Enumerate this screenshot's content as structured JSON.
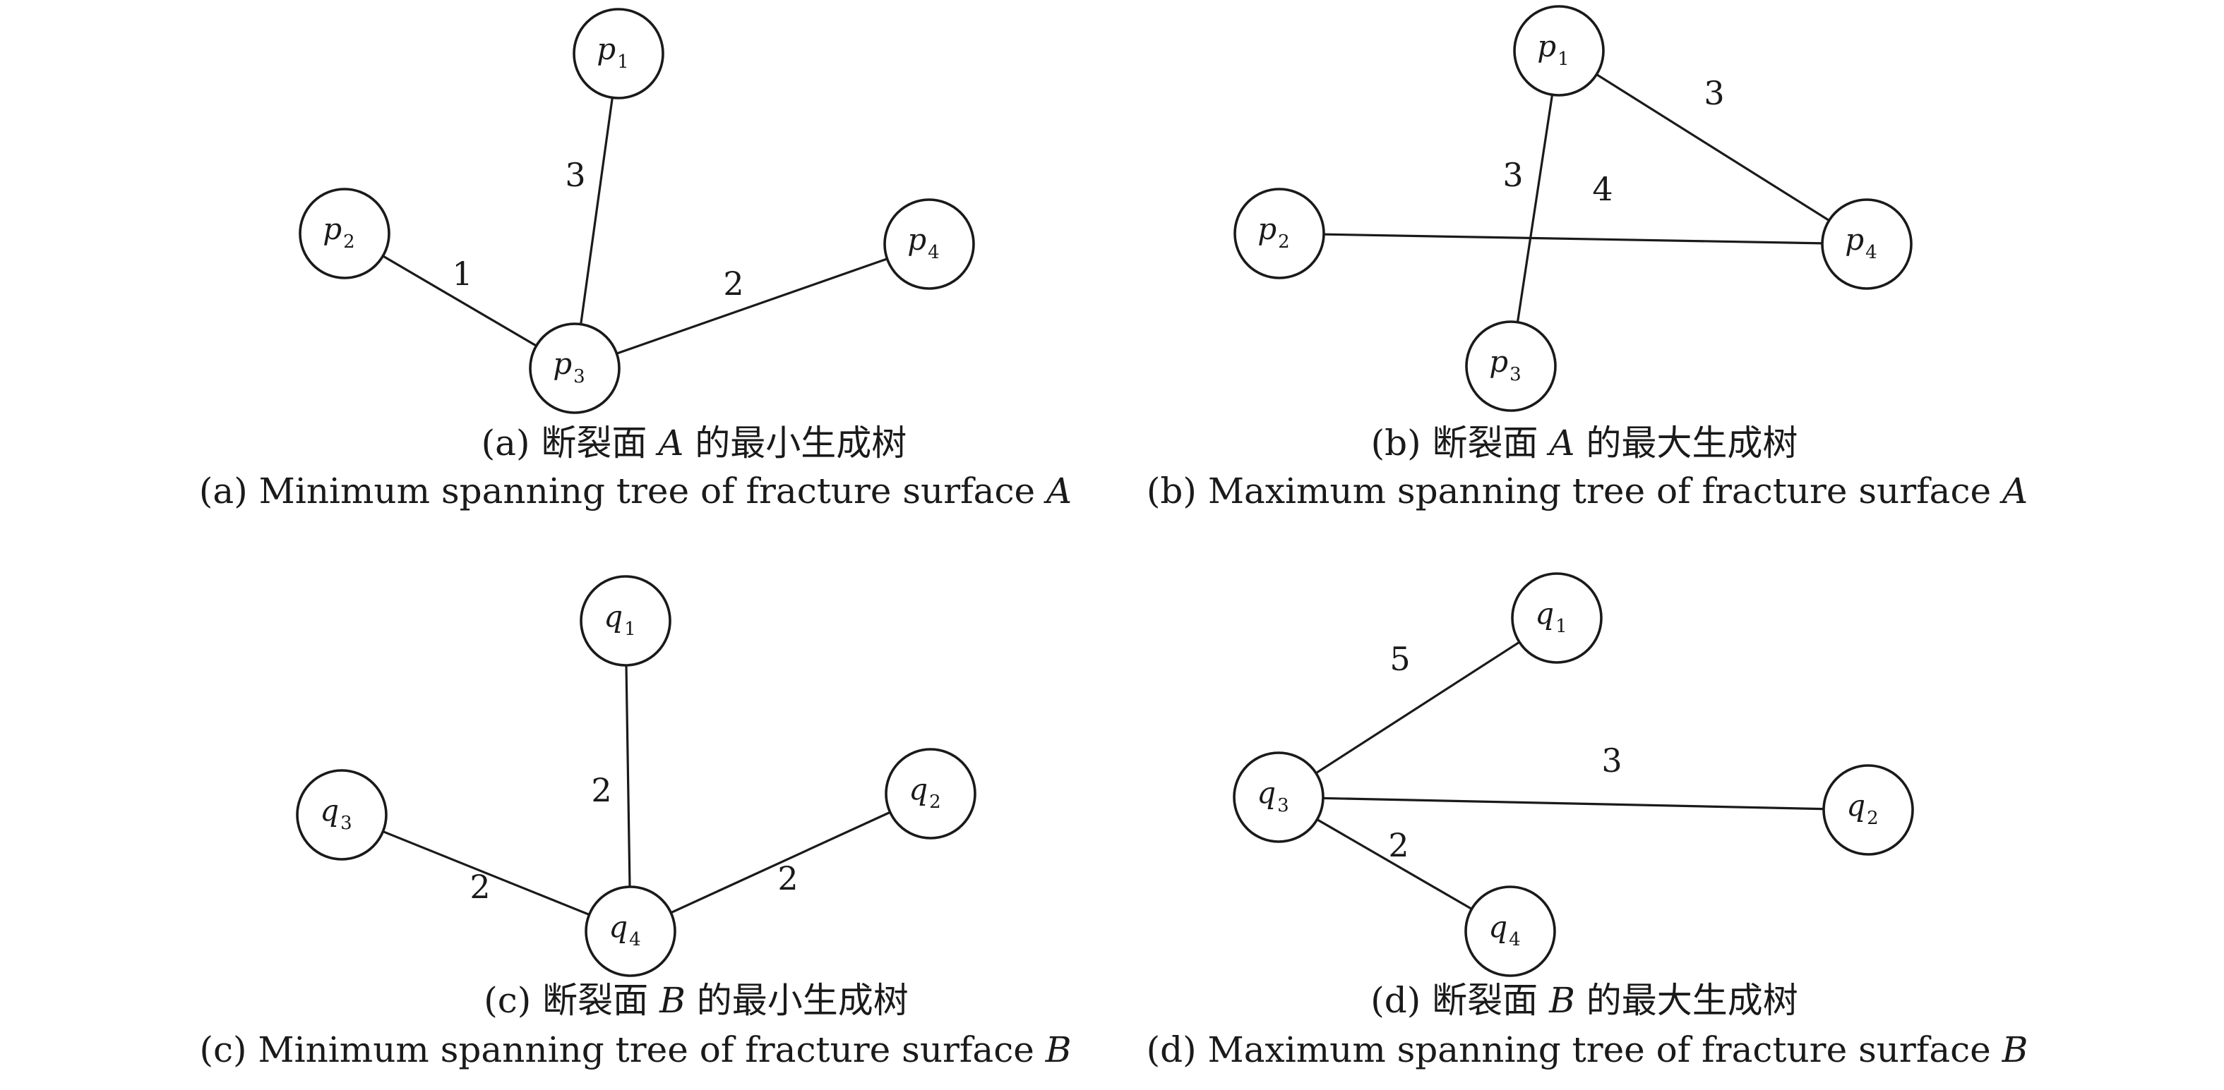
{
  "panels": [
    {
      "id": "a",
      "caption_cn": "(a) 断裂面 A 的最小生成树",
      "caption_en": "(a) Minimum spanning tree of fracture surface A",
      "nodes": [
        {
          "id": "p1",
          "base": "p",
          "sub": "1"
        },
        {
          "id": "p2",
          "base": "p",
          "sub": "2"
        },
        {
          "id": "p3",
          "base": "p",
          "sub": "3"
        },
        {
          "id": "p4",
          "base": "p",
          "sub": "4"
        }
      ],
      "edges": [
        {
          "from": "p2",
          "to": "p3",
          "weight": "1"
        },
        {
          "from": "p1",
          "to": "p3",
          "weight": "3"
        },
        {
          "from": "p3",
          "to": "p4",
          "weight": "2"
        }
      ]
    },
    {
      "id": "b",
      "caption_cn": "(b) 断裂面 A 的最大生成树",
      "caption_en": "(b) Maximum spanning tree of fracture surface A",
      "nodes": [
        {
          "id": "p1",
          "base": "p",
          "sub": "1"
        },
        {
          "id": "p2",
          "base": "p",
          "sub": "2"
        },
        {
          "id": "p3",
          "base": "p",
          "sub": "3"
        },
        {
          "id": "p4",
          "base": "p",
          "sub": "4"
        }
      ],
      "edges": [
        {
          "from": "p1",
          "to": "p4",
          "weight": "3"
        },
        {
          "from": "p1",
          "to": "p3",
          "weight": "3"
        },
        {
          "from": "p2",
          "to": "p4",
          "weight": "4"
        }
      ]
    },
    {
      "id": "c",
      "caption_cn": "(c) 断裂面 B 的最小生成树",
      "caption_en": "(c) Minimum spanning tree of fracture surface B",
      "nodes": [
        {
          "id": "q1",
          "base": "q",
          "sub": "1"
        },
        {
          "id": "q2",
          "base": "q",
          "sub": "2"
        },
        {
          "id": "q3",
          "base": "q",
          "sub": "3"
        },
        {
          "id": "q4",
          "base": "q",
          "sub": "4"
        }
      ],
      "edges": [
        {
          "from": "q1",
          "to": "q4",
          "weight": "2"
        },
        {
          "from": "q3",
          "to": "q4",
          "weight": "2"
        },
        {
          "from": "q4",
          "to": "q2",
          "weight": "2"
        }
      ]
    },
    {
      "id": "d",
      "caption_cn": "(d) 断裂面 B 的最大生成树",
      "caption_en": "(d) Maximum spanning tree of fracture surface B",
      "nodes": [
        {
          "id": "q1",
          "base": "q",
          "sub": "1"
        },
        {
          "id": "q2",
          "base": "q",
          "sub": "2"
        },
        {
          "id": "q3",
          "base": "q",
          "sub": "3"
        },
        {
          "id": "q4",
          "base": "q",
          "sub": "4"
        }
      ],
      "edges": [
        {
          "from": "q3",
          "to": "q1",
          "weight": "5"
        },
        {
          "from": "q3",
          "to": "q2",
          "weight": "3"
        },
        {
          "from": "q3",
          "to": "q4",
          "weight": "2"
        }
      ]
    }
  ]
}
